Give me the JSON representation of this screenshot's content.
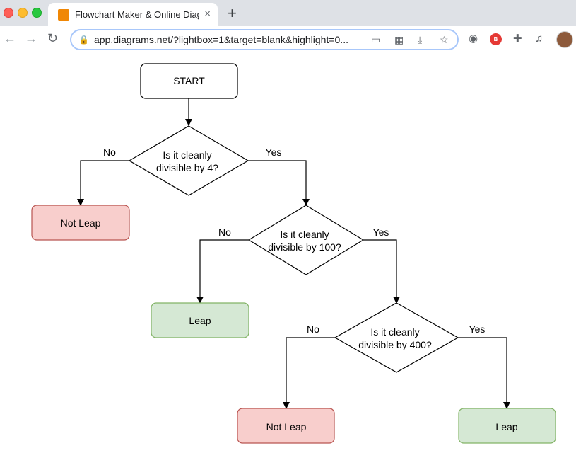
{
  "browser": {
    "tab_title": "Flowchart Maker & Online Diag",
    "tab_close": "×",
    "new_tab": "+",
    "url": "app.diagrams.net/?lightbox=1&target=blank&highlight=0...",
    "icons": [
      "back-icon",
      "forward-icon",
      "reload-icon",
      "lock-icon",
      "cast-icon",
      "qr-icon",
      "install-icon",
      "star-icon",
      "extension-icon",
      "media-icon"
    ]
  },
  "flowchart": {
    "start": "START",
    "decision1": [
      "Is it cleanly",
      "divisible by 4?"
    ],
    "decision2": [
      "Is it cleanly",
      "divisible by 100?"
    ],
    "decision3": [
      "Is it cleanly",
      "divisible by 400?"
    ],
    "no_label": "No",
    "yes_label": "Yes",
    "not_leap": "Not Leap",
    "leap": "Leap",
    "colors": {
      "not_leap_fill": "#f8cecc",
      "not_leap_stroke": "#b85450",
      "leap_fill": "#d5e8d4",
      "leap_stroke": "#82b366"
    }
  }
}
